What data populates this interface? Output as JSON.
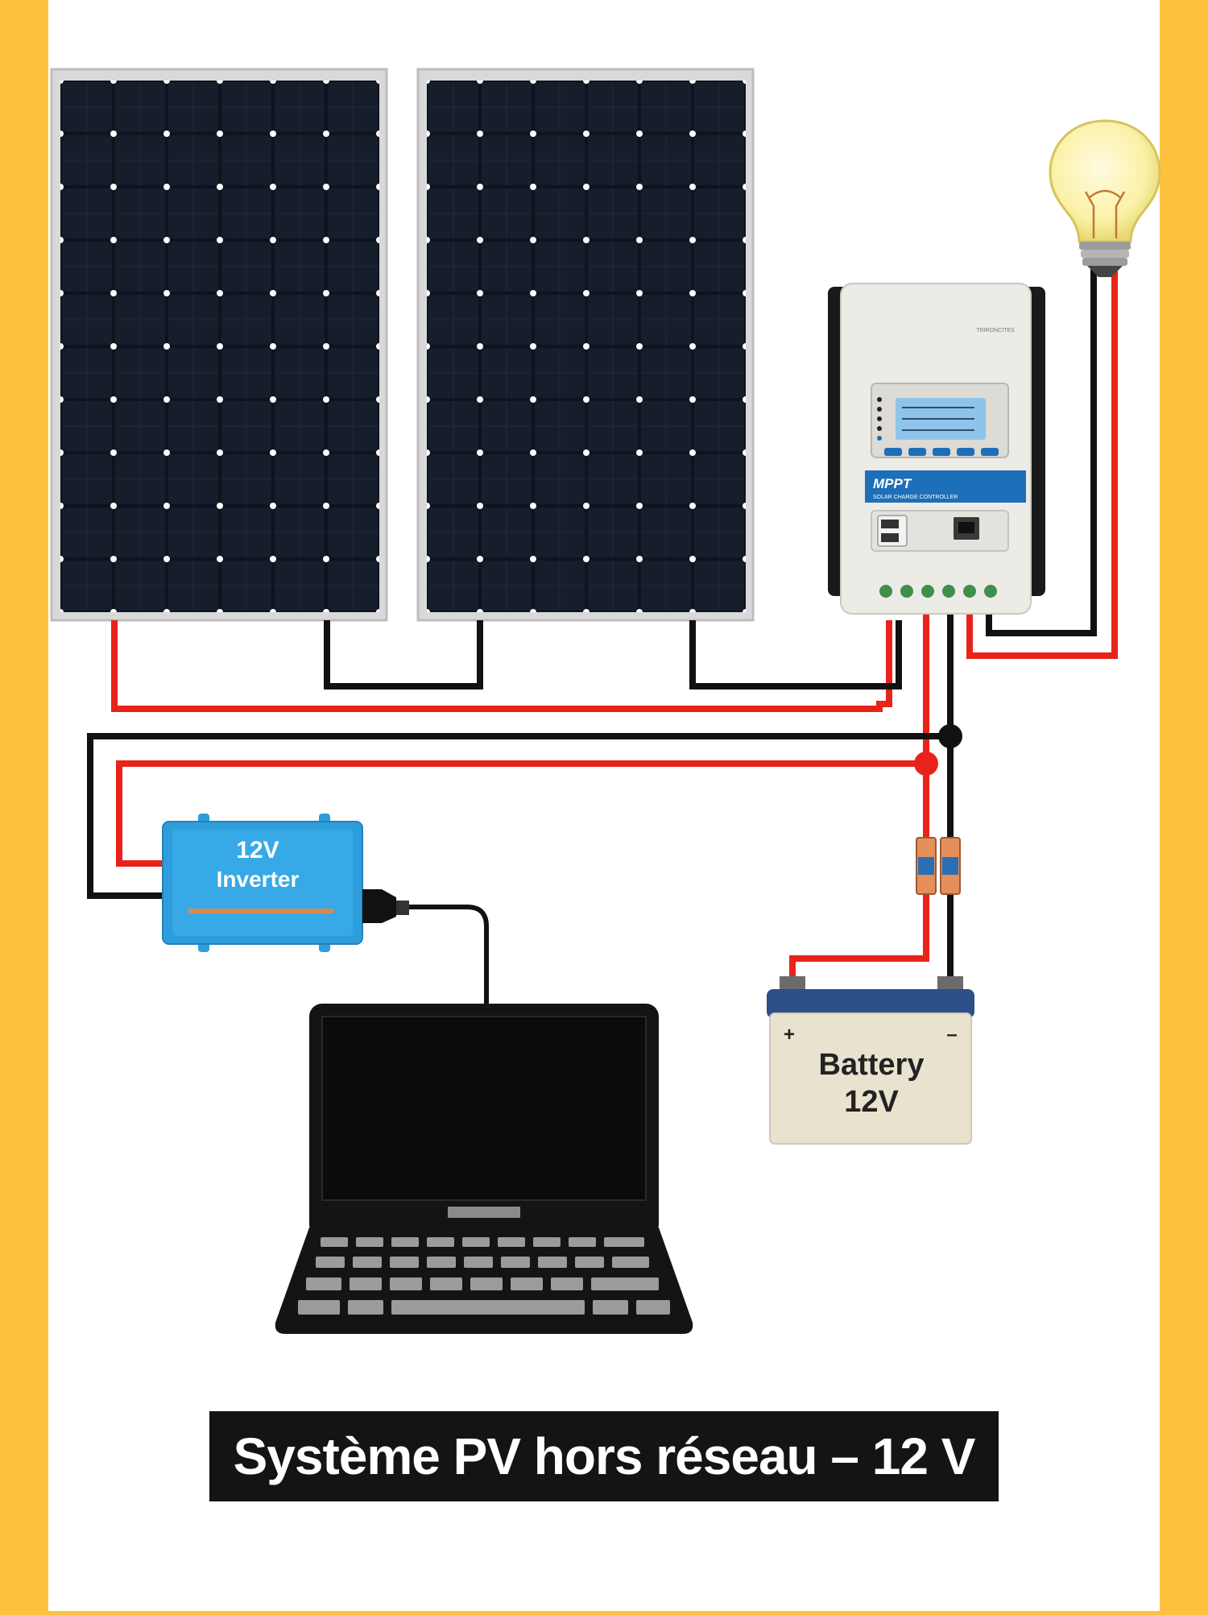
{
  "colors": {
    "frame": "#FFC23F",
    "background": "#FFFFFF",
    "positive_wire": "#E8231A",
    "negative_wire": "#111111",
    "inverter_blue": "#2E9DDC",
    "controller_blue": "#1C6FB8",
    "battery_body": "#E9E2CF",
    "caption_bg": "#141414"
  },
  "components": {
    "panel_left": {
      "icon": "solar-panel-icon"
    },
    "panel_right": {
      "icon": "solar-panel-icon"
    },
    "charge_controller": {
      "brand": "TRIRONCITES",
      "label": "MPPT",
      "sublabel": "SOLAR CHARGE CONTROLLER"
    },
    "lamp": {
      "icon": "light-bulb-icon"
    },
    "inverter": {
      "line1": "12V",
      "line2": "Inverter"
    },
    "battery": {
      "line1": "Battery",
      "line2": "12V",
      "plus": "+",
      "minus": "–"
    },
    "laptop": {
      "icon": "laptop-icon"
    }
  },
  "caption": "Système PV hors réseau – 12 V"
}
